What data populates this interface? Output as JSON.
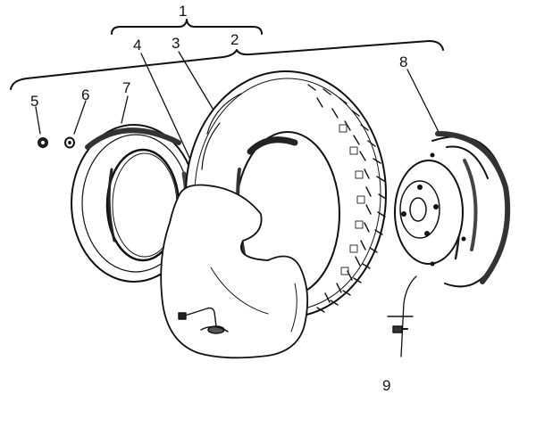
{
  "diagram": {
    "callouts": {
      "wheel_assembly": "1",
      "tire": "2",
      "inner_tube": "3",
      "rim_tape": "4",
      "nut": "5",
      "washer": "6",
      "rim_outer_half": "7",
      "rim_inner_half": "8",
      "bolt": "9"
    },
    "colors": {
      "ink": "#111111",
      "paper": "#ffffff"
    }
  }
}
